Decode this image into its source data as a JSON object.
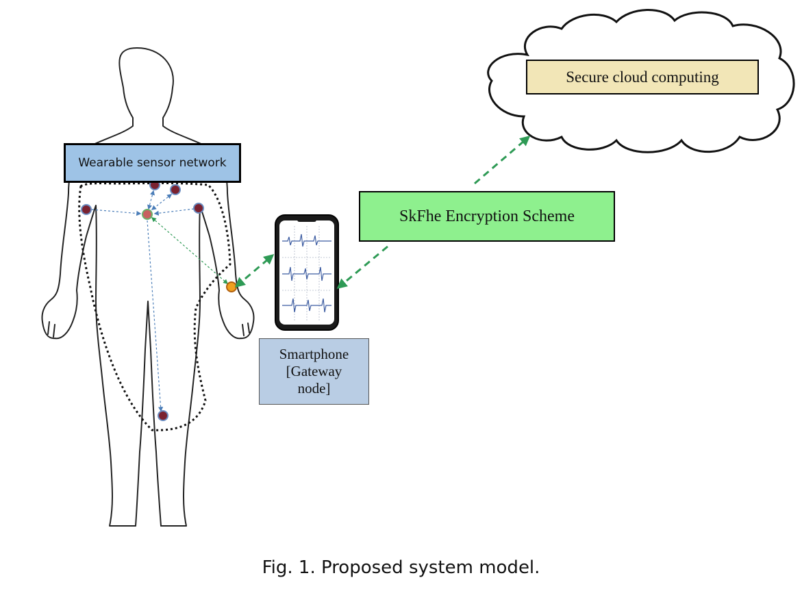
{
  "labels": {
    "wearable_network": "Wearable sensor network",
    "cloud": "Secure cloud computing",
    "encryption": "SkFhe Encryption Scheme",
    "smartphone": "Smartphone\n[Gateway\nnode]"
  },
  "caption": "Fig. 1.  Proposed system model.",
  "colors": {
    "wearable_box": "#9ec3e6",
    "cloud_box": "#f2e6b7",
    "encryption_box": "#8ef08e",
    "smartphone_box": "#b9cde4",
    "link_arrow": "#2e9a55",
    "sensor_link": "#4a7db8",
    "sensor_node": "#7a2230",
    "wrist_node": "#f0a020"
  }
}
